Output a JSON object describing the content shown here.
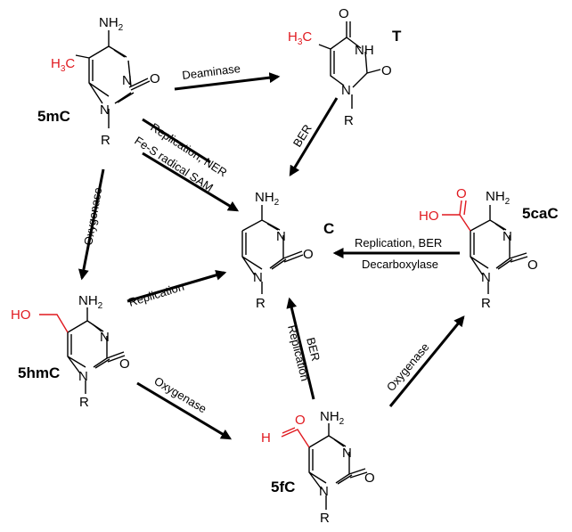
{
  "molecules": {
    "m5mC": {
      "name": "5mC",
      "substituent": "H",
      "substituent_sub": "3",
      "substituent_tail": "C",
      "nh": "NH",
      "nh_sub": "2",
      "n3": "N",
      "o": "O",
      "n1": "N",
      "r": "R"
    },
    "T": {
      "name": "T",
      "substituent": "H",
      "substituent_sub": "3",
      "substituent_tail": "C",
      "o4": "O",
      "nh": "NH",
      "o2": "O",
      "n1": "N",
      "r": "R"
    },
    "C": {
      "name": "C",
      "nh": "NH",
      "nh_sub": "2",
      "n3": "N",
      "o": "O",
      "n1": "N",
      "r": "R"
    },
    "m5caC": {
      "name": "5caC",
      "substituent": "HO",
      "o_carboxyl": "O",
      "nh": "NH",
      "nh_sub": "2",
      "n3": "N",
      "o": "O",
      "n1": "N",
      "r": "R"
    },
    "m5hmC": {
      "name": "5hmC",
      "substituent": "HO",
      "nh": "NH",
      "nh_sub": "2",
      "n3": "N",
      "o": "O",
      "n1": "N",
      "r": "R"
    },
    "m5fC": {
      "name": "5fC",
      "substituent": "H",
      "o_formyl": "O",
      "nh": "NH",
      "nh_sub": "2",
      "n3": "N",
      "o": "O",
      "n1": "N",
      "r": "R"
    }
  },
  "arrows": {
    "deaminase": "Deaminase",
    "ber_T": "BER",
    "replication_ner": "Replication, NER",
    "fes_sam": "Fe-S radical SAM",
    "oxygenase_left": "Oxygenase",
    "replication_5hmC": "Replication",
    "oxygenase_bottom": "Oxygenase",
    "ber_5fC": "BER",
    "replication_5fC": "Replication",
    "oxygenase_right": "Oxygenase",
    "replication_ber_5caC": "Replication, BER",
    "decarboxylase": "Decarboxylase"
  }
}
